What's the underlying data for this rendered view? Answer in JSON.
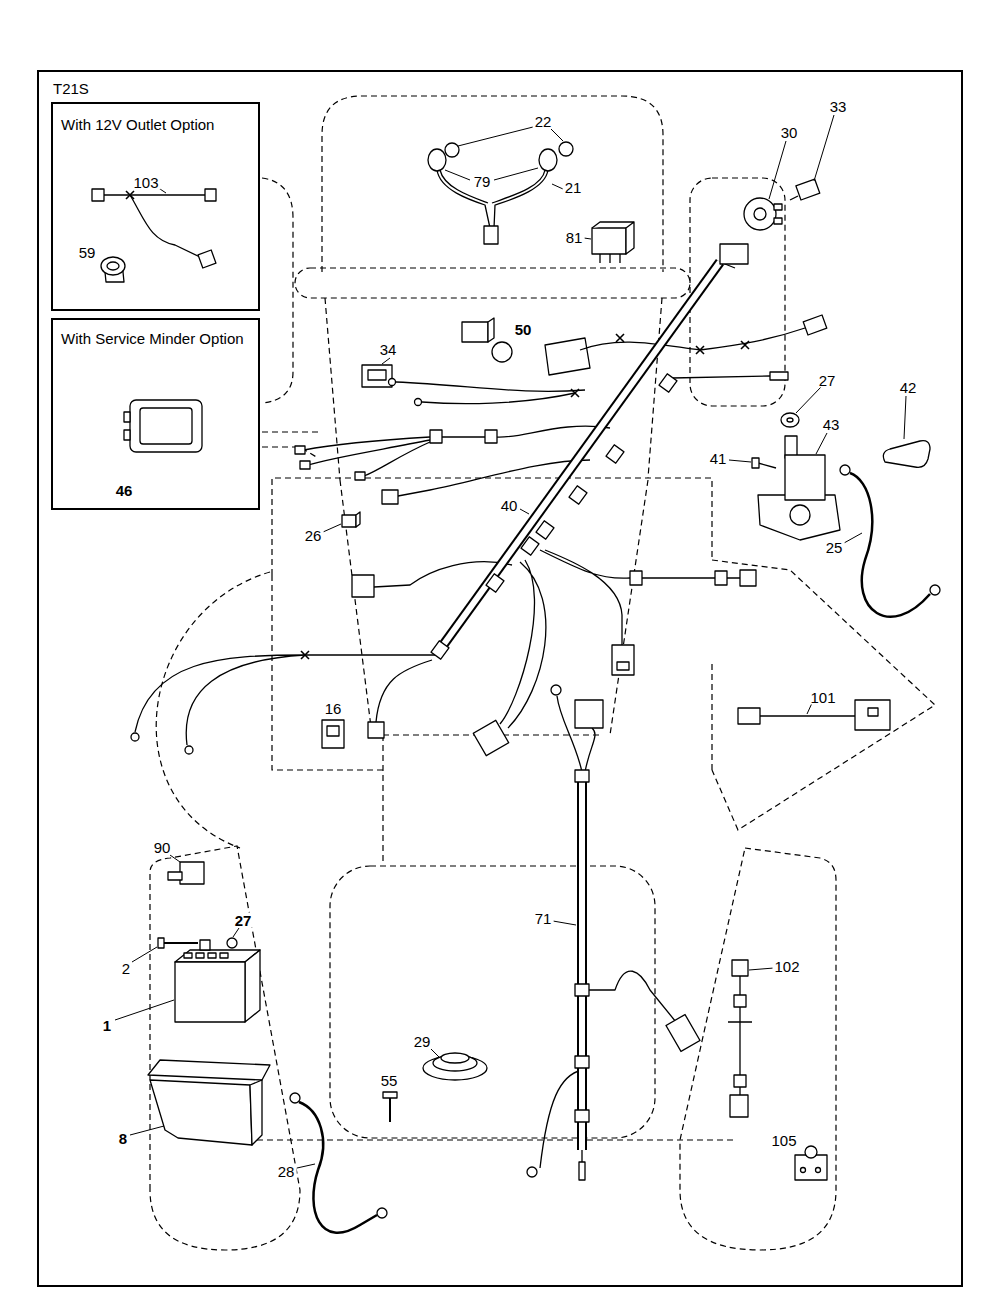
{
  "diagram": {
    "nodes": [
      {
        "text": [
          "T21S"
        ]
      },
      {
        "text": [
          "With 12V Outlet Option"
        ],
        "in": 0
      },
      {
        "text": [
          "With Service Minder Option"
        ],
        "in": 0
      }
    ],
    "labels": [
      "103",
      "59",
      "46",
      "22",
      "33",
      "30",
      "79",
      "21",
      "81",
      "50",
      "34",
      "27",
      "42",
      "43",
      "41",
      "40",
      "26",
      "25",
      "101",
      "16",
      "90",
      "27",
      "71",
      "2",
      "102",
      "1",
      "29",
      "55",
      "8",
      "105",
      "28"
    ]
  }
}
